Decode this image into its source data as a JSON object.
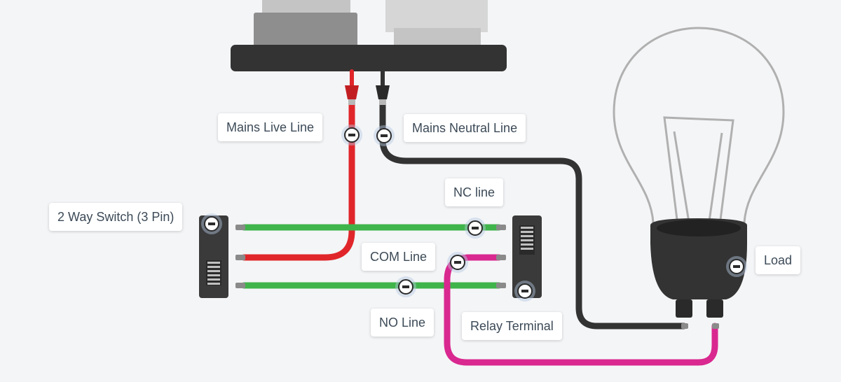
{
  "labels": {
    "mains_live": "Mains Live Line",
    "mains_neutral": "Mains Neutral Line",
    "switch": "2 Way Switch (3 Pin)",
    "nc_line": "NC line",
    "com_line": "COM Line",
    "no_line": "NO Line",
    "relay_terminal": "Relay Terminal",
    "load": "Load"
  },
  "colors": {
    "background": "#f4f5f7",
    "live_wire": "#e0262a",
    "neutral_wire": "#333333",
    "nc_no_wire": "#3fb44a",
    "com_wire": "#d9288f",
    "device_dark": "#3a3a3a",
    "bulb_outline": "#b0b0b0"
  },
  "icons": {
    "marker": "minus-circle-icon"
  }
}
